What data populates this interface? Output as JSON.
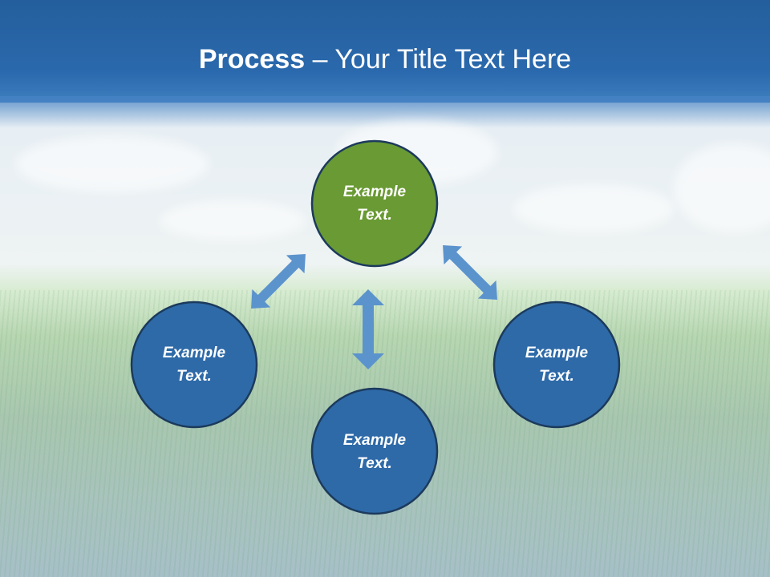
{
  "title": {
    "bold": "Process",
    "separator": " – ",
    "rest": "Your Title Text Here"
  },
  "nodes": [
    {
      "id": "top",
      "line1": "Example",
      "line2": "Text."
    },
    {
      "id": "left",
      "line1": "Example",
      "line2": "Text."
    },
    {
      "id": "right",
      "line1": "Example",
      "line2": "Text."
    },
    {
      "id": "bottom",
      "line1": "Example",
      "line2": "Text."
    }
  ],
  "colors": {
    "title_band": "#2a69ad",
    "node_green": "#6a9a34",
    "node_blue": "#2e6aa8",
    "node_border": "#1c3a5c",
    "arrow": "#5b93cd"
  }
}
